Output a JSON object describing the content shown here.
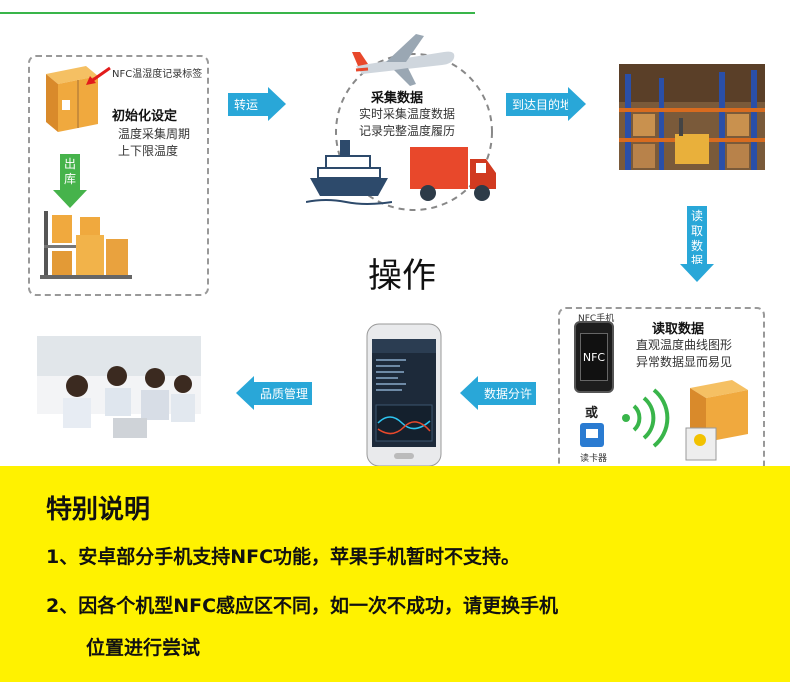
{
  "box1": {
    "tag_label": "NFC温湿度记录标签",
    "title": "初始化设定",
    "lines": [
      "温度采集周期",
      "上下限温度"
    ]
  },
  "arrows": {
    "outbound": "出库",
    "transfer": "转运",
    "arrive": "到达目的地",
    "read": "读取数据",
    "share": "数据分许",
    "qc": "品质管理"
  },
  "collect": {
    "title": "采集数据",
    "lines": [
      "实时采集温度数据",
      "记录完整温度履历"
    ]
  },
  "center_label": "操作",
  "reader_box": {
    "phone_caption": "NFC手机",
    "phone_text": "NFC",
    "or_text": "或",
    "reader_caption": "读卡器",
    "title": "读取数据",
    "lines": [
      "直观温度曲线图形",
      "异常数据显而易见"
    ]
  },
  "notes": {
    "title": "特别说明",
    "line1": "1、安卓部分手机支持NFC功能，苹果手机暂时不支持。",
    "line2a": "2、因各个机型NFC感应区不同，如一次不成功，请更换手机",
    "line2b": "位置进行尝试"
  },
  "colors": {
    "arrow_blue": "#29a7d8",
    "arrow_green": "#46b34b",
    "note_bg": "#fff200",
    "truck_red": "#e8482b"
  }
}
